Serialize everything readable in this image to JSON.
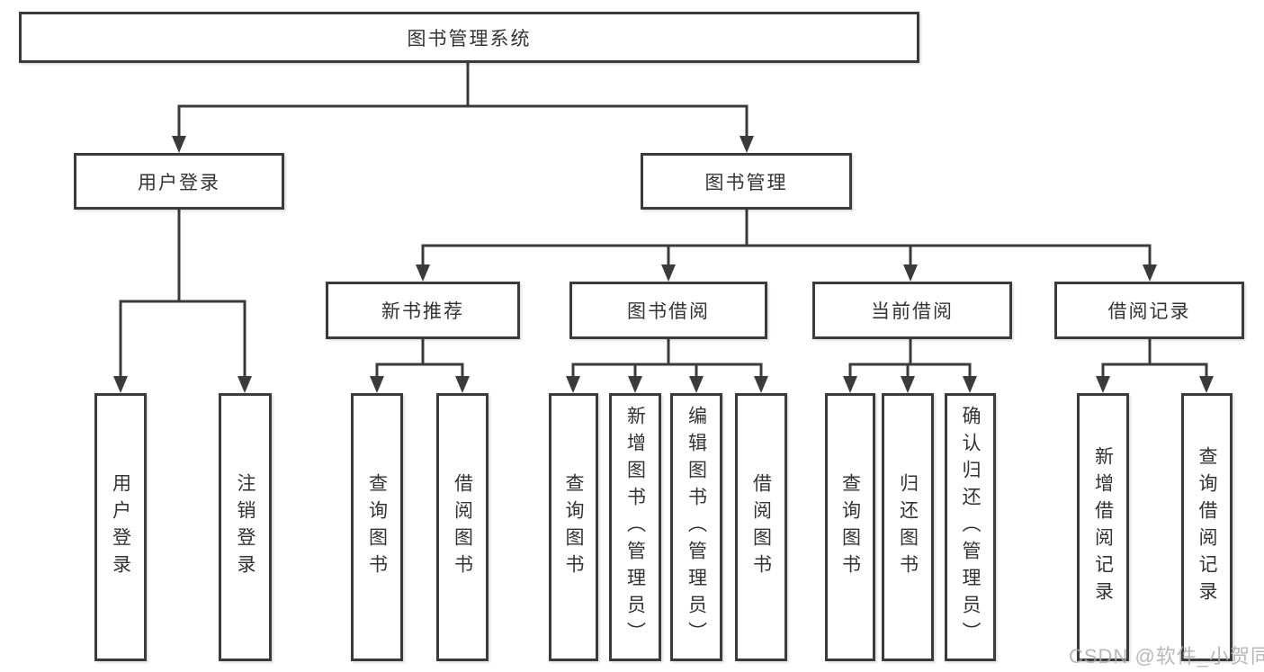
{
  "diagram_title": "图书管理系统",
  "nodes": {
    "root": "图书管理系统",
    "user_login": "用户登录",
    "book_mgmt": "图书管理",
    "new_book_rec": "新书推荐",
    "book_borrow": "图书借阅",
    "current_borrow": "当前借阅",
    "borrow_record": "借阅记录",
    "leaves": {
      "user_login_leaf": "用户登录",
      "logout": "注销登录",
      "rec_query_book": "查询图书",
      "rec_borrow_book": "借阅图书",
      "bb_query_book": "查询图书",
      "bb_add_book": "新增图书（管理员）",
      "bb_edit_book": "编辑图书（管理员）",
      "bb_borrow_book": "借阅图书",
      "cb_query_book": "查询图书",
      "cb_return_book": "归还图书",
      "cb_confirm_return": "确认归还（管理员）",
      "br_add_record": "新增借阅记录",
      "br_query_record": "查询借阅记录"
    }
  },
  "watermark": {
    "text": "CSDN @软件_小贺同学"
  },
  "colors": {
    "line": "#3b3b3b",
    "text": "#333333",
    "watermark_gray": "#acacac",
    "background": "#ffffff"
  }
}
